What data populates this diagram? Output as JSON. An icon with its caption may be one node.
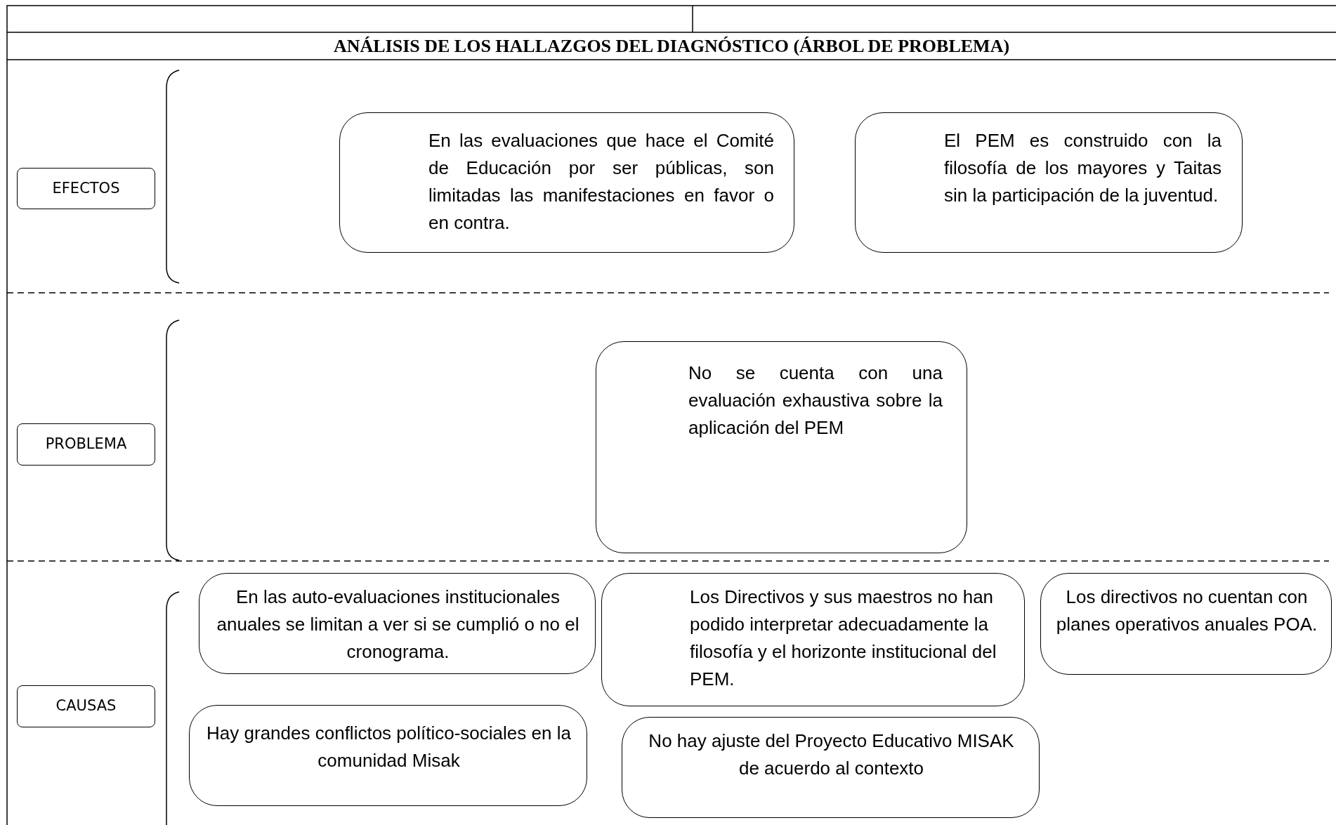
{
  "diagram": {
    "title": "ANÁLISIS DE LOS HALLAZGOS DEL DIAGNÓSTICO (ÁRBOL DE PROBLEMA)",
    "nodes": [
      {
        "text": [
          "EFECTOS"
        ]
      },
      {
        "text": [
          "En las  evaluaciones que hace el Comité de Educación  por ser públicas, son limitadas las manifestaciones en favor o en contra."
        ]
      },
      {
        "text": [
          "El PEM es construido con la filosofía de los mayores y Taitas sin la participación de la juventud."
        ]
      },
      {
        "text": [
          "PROBLEMA"
        ]
      },
      {
        "text": [
          "No se cuenta con una evaluación exhaustiva sobre la aplicación del PEM"
        ]
      },
      {
        "text": [
          "CAUSAS"
        ]
      },
      {
        "text": [
          "En las auto-evaluaciones institucionales anuales se limitan a ver si se cumplió o no el cronograma."
        ]
      },
      {
        "text": [
          "Los Directivos y sus maestros no han podido interpretar adecuadamente la filosofía y el horizonte institucional del PEM."
        ]
      },
      {
        "text": [
          "Los directivos no cuentan con planes operativos anuales POA."
        ]
      },
      {
        "text": [
          "Hay grandes conflictos político-sociales en la comunidad Misak"
        ]
      },
      {
        "text": [
          "No hay ajuste del Proyecto Educativo MISAK de acuerdo al contexto"
        ]
      }
    ]
  }
}
